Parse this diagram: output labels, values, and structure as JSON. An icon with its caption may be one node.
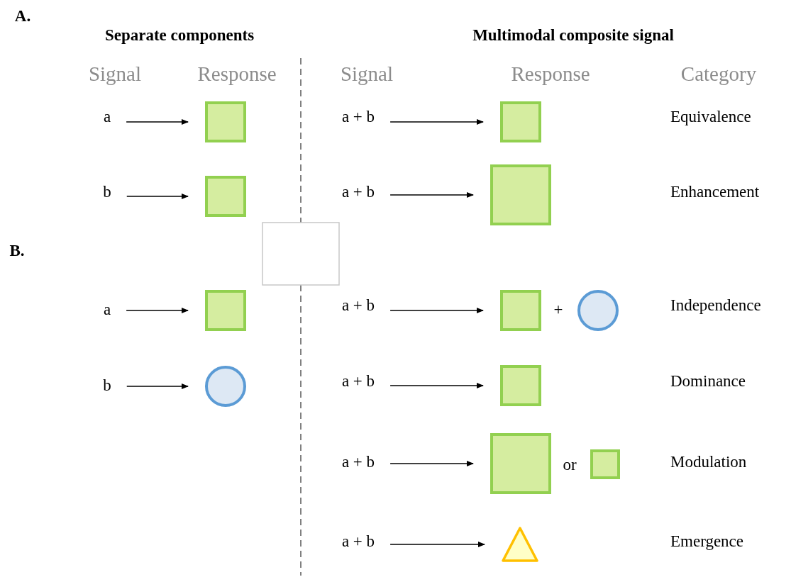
{
  "diagram": {
    "nodes": [
      {
        "text": [
          "a"
        ]
      },
      {
        "text": [],
        "shape": "square"
      },
      {
        "text": [
          "b"
        ]
      },
      {
        "text": [],
        "shape": "square"
      },
      {
        "text": [
          "a + b"
        ]
      },
      {
        "text": [],
        "shape": "square"
      },
      {
        "text": [
          "a + b"
        ]
      },
      {
        "text": [],
        "shape": "square"
      },
      {
        "text": [],
        "shape": "box"
      },
      {
        "text": [
          "a"
        ]
      },
      {
        "text": [],
        "shape": "square"
      },
      {
        "text": [
          "b"
        ]
      },
      {
        "text": [],
        "shape": "circle"
      },
      {
        "text": [
          "a + b"
        ]
      },
      {
        "text": [],
        "shape": "square"
      },
      {
        "text": [],
        "shape": "circle"
      },
      {
        "text": [
          "a + b"
        ]
      },
      {
        "text": [],
        "shape": "square"
      },
      {
        "text": [
          "a + b"
        ]
      },
      {
        "text": [],
        "shape": "square"
      },
      {
        "text": [],
        "shape": "square"
      },
      {
        "text": [
          "a + b"
        ]
      },
      {
        "text": [],
        "shape": "triangle"
      }
    ],
    "edges": [
      {
        "from": 0,
        "to": 1,
        "arrow": "to"
      },
      {
        "from": 2,
        "to": 3,
        "arrow": "to"
      },
      {
        "from": 4,
        "to": 5,
        "arrow": "to"
      },
      {
        "from": 6,
        "to": 7,
        "arrow": "to"
      },
      {
        "from": 9,
        "to": 10,
        "arrow": "to"
      },
      {
        "from": 11,
        "to": 12,
        "arrow": "to"
      },
      {
        "from": 13,
        "to": 14,
        "arrow": "to"
      },
      {
        "from": 16,
        "to": 17,
        "arrow": "to"
      },
      {
        "from": 18,
        "to": 19,
        "arrow": "to"
      },
      {
        "from": 21,
        "to": 22,
        "arrow": "to"
      }
    ],
    "labels": [
      "A.",
      "Separate components",
      "Multimodal composite signal",
      "Signal",
      "Response",
      "Signal",
      "Response",
      "Category",
      "Equivalence",
      "Enhancement",
      "B.",
      "+",
      "Independence",
      "Dominance",
      "or",
      "Modulation",
      "Emergence"
    ]
  }
}
